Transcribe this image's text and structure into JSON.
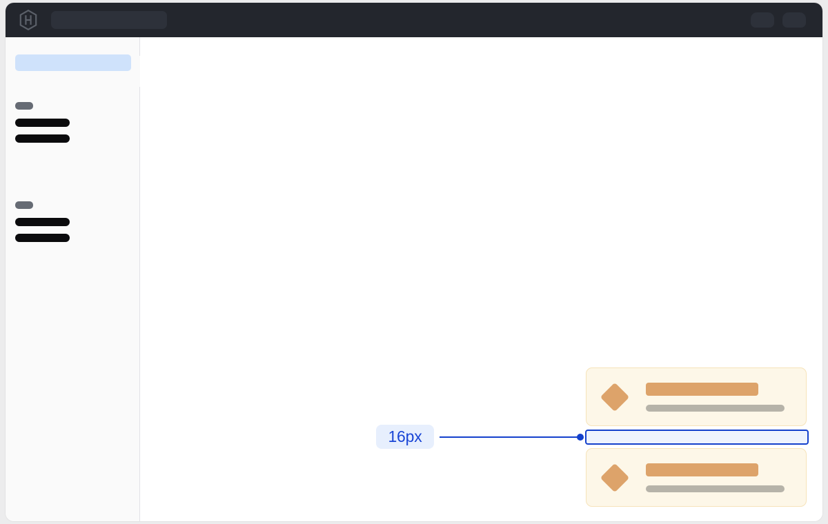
{
  "window": {
    "title": "",
    "background_color": "#ffffff",
    "backdrop_color": "#ececed"
  },
  "topbar": {
    "background_color": "#23262d",
    "logo_name": "hexagon-logo",
    "search_placeholder": "",
    "search_value": "",
    "right_items": [
      {
        "name": "avatar-skeleton-1",
        "label": ""
      },
      {
        "name": "avatar-skeleton-2",
        "label": ""
      }
    ]
  },
  "sidebar": {
    "background_color": "#fafafa",
    "active_item": {
      "label": "",
      "color": "#cfe2fb"
    },
    "handle_label": "",
    "groups": [
      {
        "label": "",
        "items": [
          {
            "label": ""
          },
          {
            "label": ""
          }
        ]
      },
      {
        "label": "",
        "items": [
          {
            "label": ""
          },
          {
            "label": ""
          }
        ]
      }
    ]
  },
  "annotation": {
    "measurement_label": "16px",
    "measurement_color": "#1340cc",
    "chip_background": "#e7effd",
    "leader_line_color": "#1340cc"
  },
  "cards": {
    "background_color": "#fdf7e8",
    "border_color": "#f6e3b9",
    "icon_color": "#dda36a",
    "primary_line_color": "#dda36a",
    "secondary_line_color": "#b6b3a9",
    "items": [
      {
        "icon": "diamond-icon",
        "primary": "",
        "secondary": ""
      },
      {
        "icon": "diamond-icon",
        "primary": "",
        "secondary": ""
      }
    ]
  },
  "gap_indicator": {
    "value": "16px",
    "border_color": "#1340cc",
    "fill_color": "#eef3fd"
  }
}
